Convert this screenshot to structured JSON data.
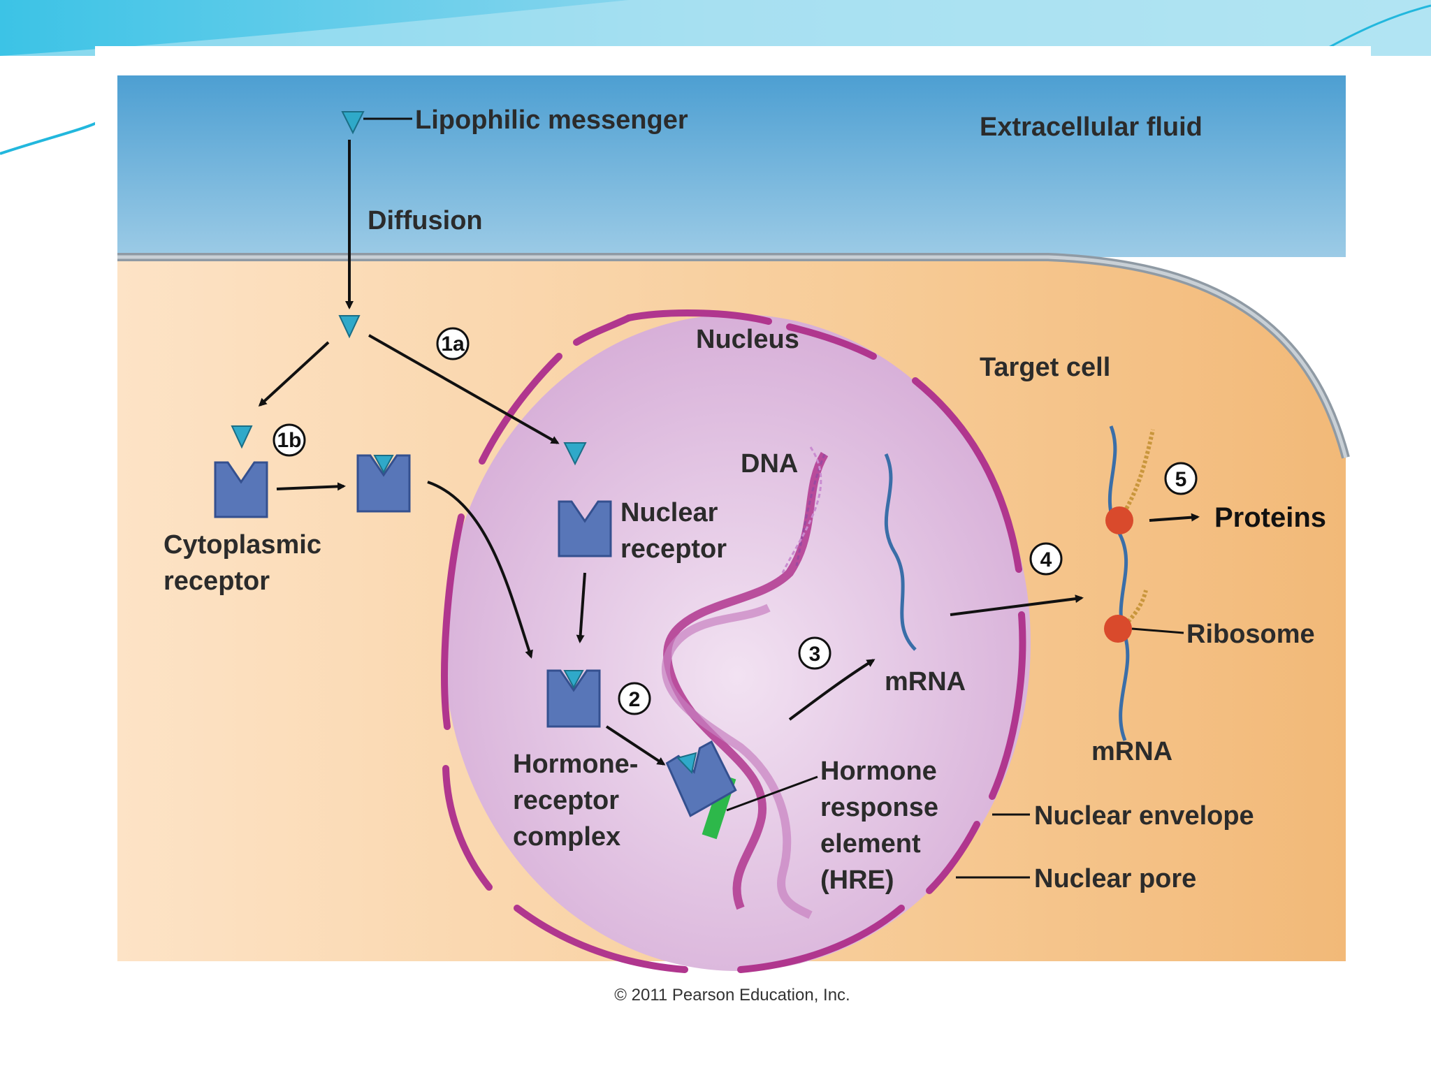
{
  "labels": {
    "lipophilic_messenger": "Lipophilic messenger",
    "extracellular_fluid": "Extracellular fluid",
    "diffusion": "Diffusion",
    "nucleus": "Nucleus",
    "target_cell": "Target cell",
    "cytoplasmic_receptor_1": "Cytoplasmic",
    "cytoplasmic_receptor_2": "receptor",
    "nuclear_receptor_1": "Nuclear",
    "nuclear_receptor_2": "receptor",
    "dna": "DNA",
    "proteins": "Proteins",
    "ribosome": "Ribosome",
    "mrna_nucleus": "mRNA",
    "mrna_cytoplasm": "mRNA",
    "complex_1": "Hormone-",
    "complex_2": "receptor",
    "complex_3": "complex",
    "hre_1": "Hormone",
    "hre_2": "response",
    "hre_3": "element",
    "hre_4": "(HRE)",
    "nuclear_envelope": "Nuclear envelope",
    "nuclear_pore": "Nuclear pore"
  },
  "steps": {
    "s1a": "1a",
    "s1b": "1b",
    "s2": "2",
    "s3": "3",
    "s4": "4",
    "s5": "5"
  },
  "copyright": "© 2011 Pearson Education, Inc.",
  "colors": {
    "extracellular": "#5aa6d6",
    "cytoplasm": "#f5c48c",
    "nucleus": "#dcb6dc",
    "envelope": "#b0368e",
    "receptor": "#5876b8",
    "hormone": "#2fa9c9",
    "hre": "#2db84a",
    "ribosome": "#d94a2c"
  }
}
